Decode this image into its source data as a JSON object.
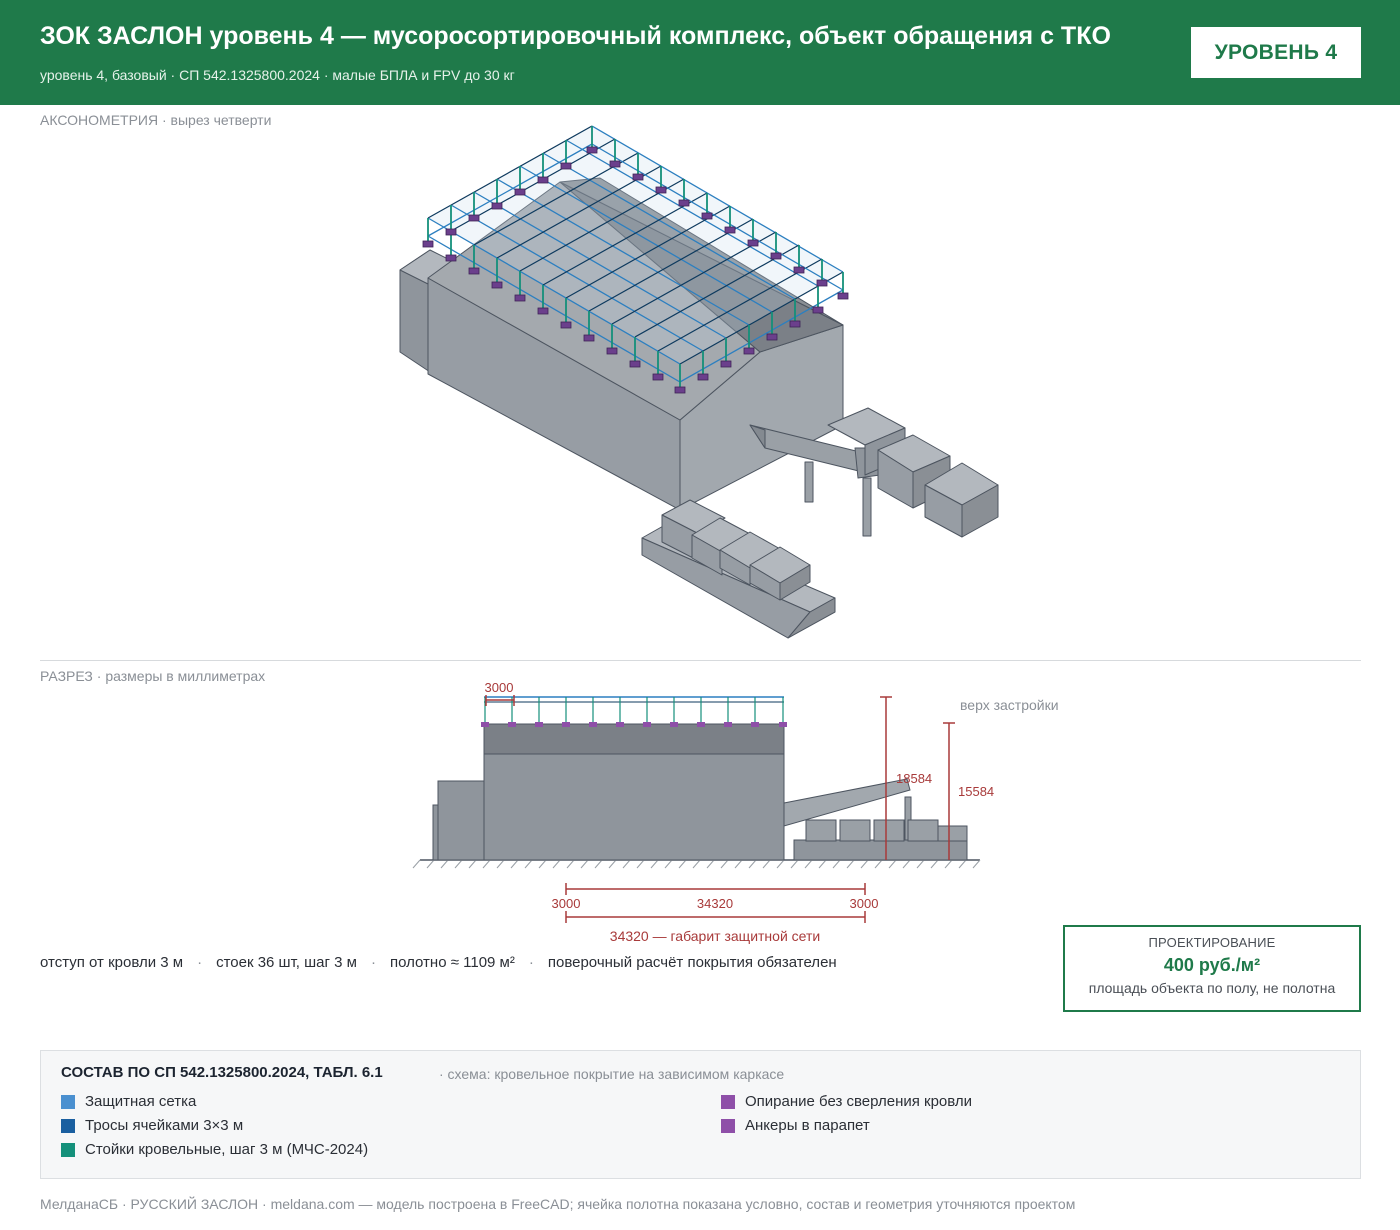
{
  "header": {
    "title": "ЗОК ЗАСЛОН уровень 4 — мусоросортировочный комплекс, объект обращения с ТКО",
    "subtitle": "уровень 4, базовый · СП 542.1325800.2024 · малые БПЛА и FPV до 30 кг",
    "level_badge": "УРОВЕНЬ 4"
  },
  "axonometry": {
    "label": "АКСОНОМЕТРИЯ",
    "note": "· вырез четверти"
  },
  "section": {
    "label": "РАЗРЕЗ",
    "note": "· размеры в миллиметрах",
    "dim_cell": "3000",
    "dim_height_total": "18584",
    "dim_height_building": "15584",
    "top_label": "верх застройки",
    "dim_left": "3000",
    "dim_middle": "34320",
    "dim_right": "3000",
    "dim_caption": "34320 — габарит защитной сети"
  },
  "facts": [
    "отступ от кровли 3 м",
    "стоек 36 шт, шаг 3 м",
    "полотно ≈ 1109 м²",
    "поверочный расчёт покрытия обязателен"
  ],
  "price": {
    "label": "ПРОЕКТИРОВАНИЕ",
    "value": "400 руб./м²",
    "note": "площадь объекта по полу, не полотна"
  },
  "legend": {
    "title": "СОСТАВ ПО СП 542.1325800.2024, ТАБЛ. 6.1",
    "scheme": "· схема: кровельное покрытие на зависимом каркасе",
    "items": [
      {
        "label": "Защитная сетка",
        "color": "#4a90d0"
      },
      {
        "label": "Тросы ячейками 3×3 м",
        "color": "#1a5fa0"
      },
      {
        "label": "Стойки кровельные, шаг 3 м (МЧС-2024)",
        "color": "#14907a"
      },
      {
        "label": "Опирание без сверления кровли",
        "color": "#8e4fa8"
      },
      {
        "label": "Анкеры в парапет",
        "color": "#8e4fa8"
      }
    ]
  },
  "footer": "МелданаСБ · РУССКИЙ ЗАСЛОН · meldana.com — модель построена в FreeCAD; ячейка полотна показана условно, состав и геометрия уточняются проектом"
}
